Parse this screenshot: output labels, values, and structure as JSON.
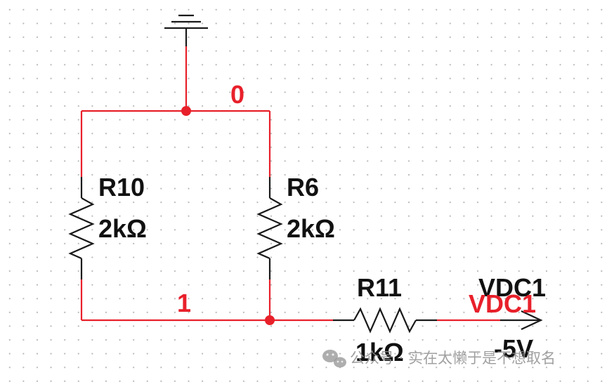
{
  "circuit": {
    "nodes": {
      "top": "0",
      "bottom": "1"
    },
    "resistors": [
      {
        "ref": "R10",
        "value": "2kΩ"
      },
      {
        "ref": "R6",
        "value": "2kΩ"
      },
      {
        "ref": "R11",
        "value": "1kΩ"
      }
    ],
    "source": {
      "ref": "VDC1",
      "net_label": "VDC1",
      "value": "-5V"
    }
  },
  "colors": {
    "wire": "#e8202a",
    "component": "#1a1a1a",
    "text": "#111111"
  },
  "watermark": {
    "icon": "wechat-icon",
    "text": "公众号 · 实在太懒于是不想取名"
  }
}
